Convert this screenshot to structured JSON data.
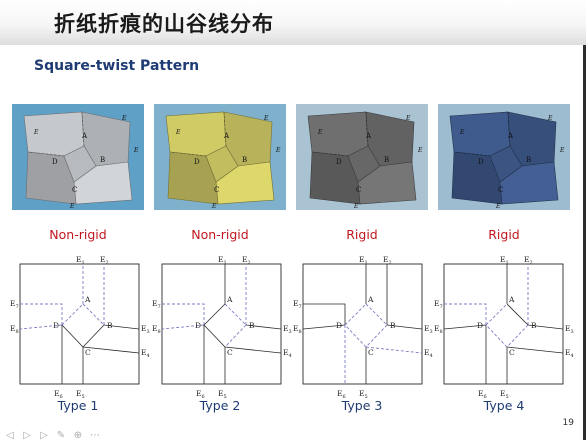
{
  "slide": {
    "title": "折纸折痕的山谷线分布",
    "subtitle": "Square-twist Pattern",
    "page_number": "19"
  },
  "photos": [
    {
      "caption": "Non-rigid",
      "paper_color": "#c5c8cd",
      "bg_color": "#5fa0c6"
    },
    {
      "caption": "Non-rigid",
      "paper_color": "#d1cb66",
      "bg_color": "#7fb0cc"
    },
    {
      "caption": "Rigid",
      "paper_color": "#6f6f70",
      "bg_color": "#a9c3d3"
    },
    {
      "caption": "Rigid",
      "paper_color": "#3f5a8c",
      "bg_color": "#9dbcd0"
    }
  ],
  "diagrams": [
    {
      "label": "Type 1"
    },
    {
      "label": "Type 2"
    },
    {
      "label": "Type 3"
    },
    {
      "label": "Type 4"
    }
  ],
  "crease_labels": {
    "A": "A",
    "B": "B",
    "C": "C",
    "D": "D",
    "E": "E",
    "subs": [
      "1",
      "2",
      "3",
      "4",
      "5",
      "6",
      "7",
      "8"
    ]
  },
  "colors": {
    "mountain_line": "#2a2a2a",
    "valley_line": "#7c7cc4",
    "caption_red": "#c0171f",
    "type_blue": "#1f3b73"
  },
  "player_controls": [
    "prev-icon",
    "play-icon",
    "next-icon",
    "pen-icon",
    "zoom-icon",
    "menu-icon"
  ]
}
